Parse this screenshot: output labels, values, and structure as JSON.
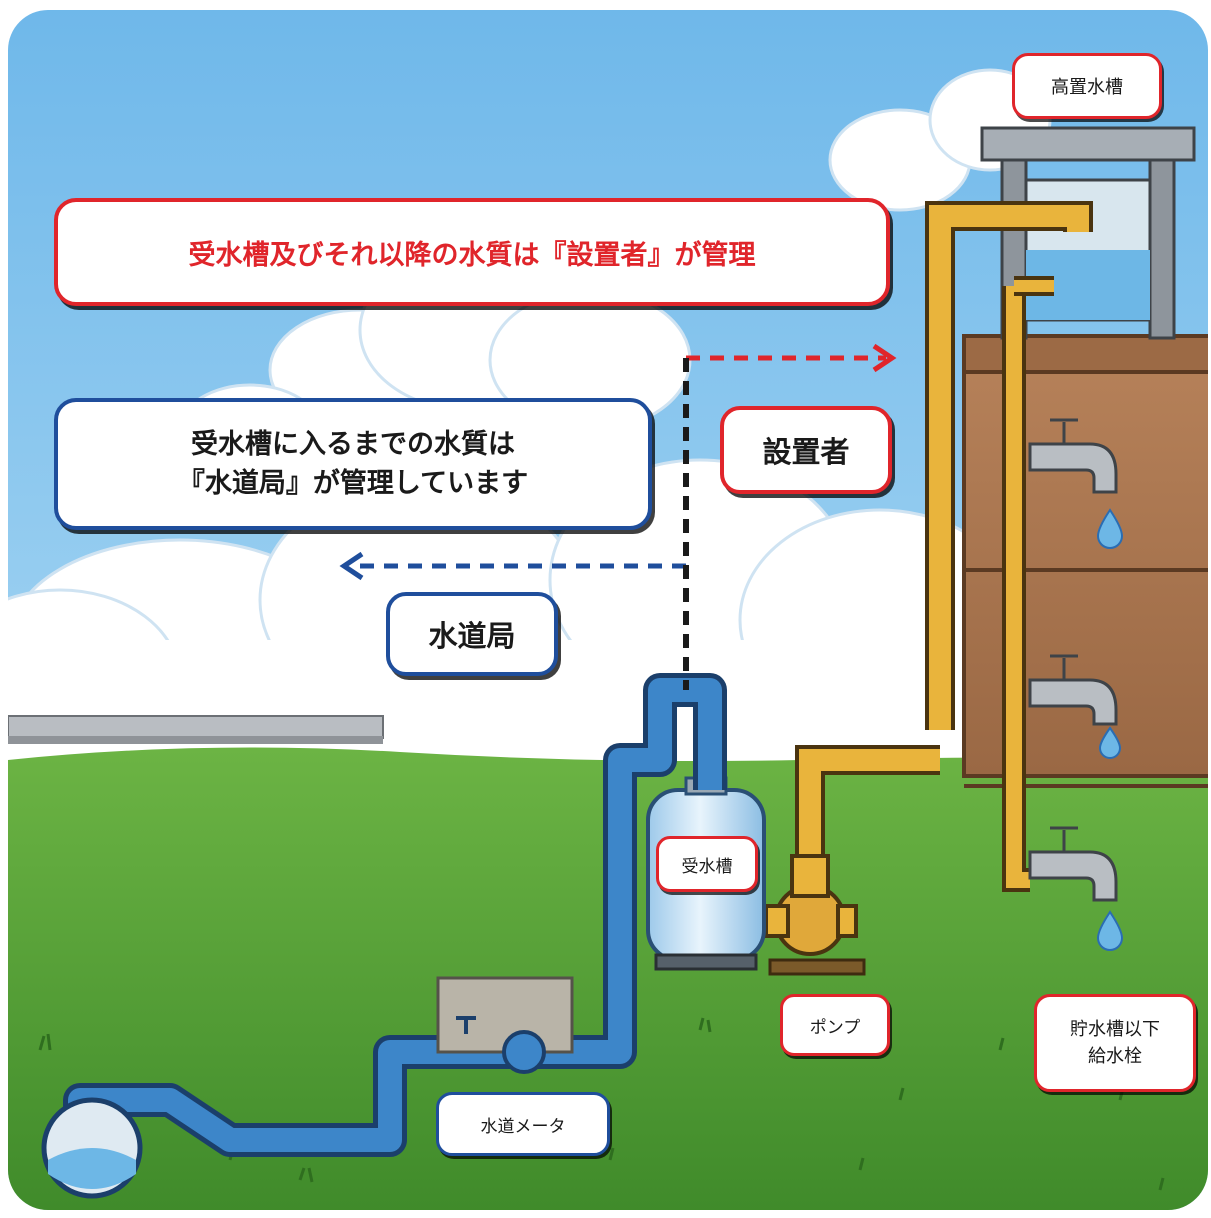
{
  "labels": {
    "banner_red": "受水槽及びそれ以降の水質は『設置者』が管理",
    "banner_blue": "受水槽に入るまでの水質は\n『水道局』が管理しています",
    "setchisha": "設置者",
    "suidokyoku": "水道局",
    "elevated_tank": "高置水槽",
    "receiving_tank": "受水槽",
    "pump": "ポンプ",
    "storage_tank_taps": "貯水槽以下\n給水栓",
    "water_meter": "水道メータ"
  },
  "colors": {
    "installer_red": "#e0252b",
    "bureau_blue": "#1f4e9c",
    "blue_pipe": "#3d86c9",
    "yellow_pipe": "#e9b43c",
    "sky": "#8cc8ec",
    "grass": "#5fa63c",
    "brick": "#a8744e"
  }
}
